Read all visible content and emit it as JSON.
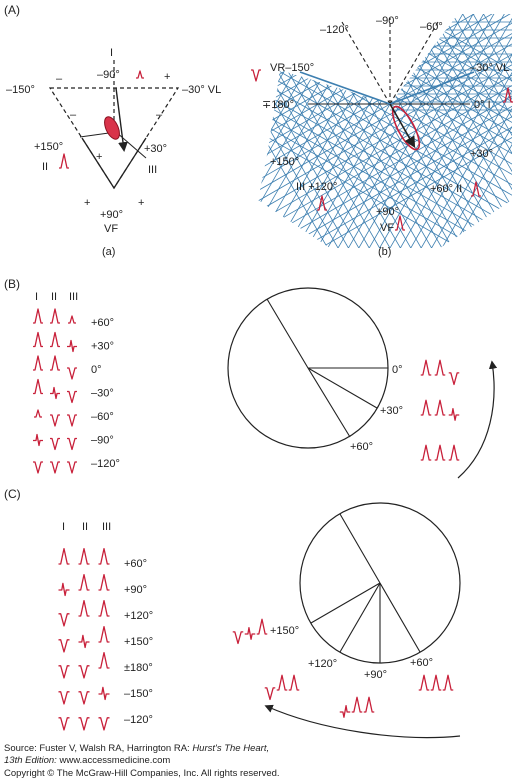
{
  "panel_a": {
    "label": "(A)",
    "triangle": {
      "lead_I": "I",
      "top_angle": "–90°",
      "left_angle": "–150°",
      "right_angle": "–30° VL",
      "mid_left_angle": "+150°",
      "mid_right_angle": "+30°",
      "lead_II": "II",
      "lead_III": "III",
      "bottom_angle": "+90°",
      "bottom_lead": "VF",
      "sub": "(a)",
      "signs": [
        "–",
        "+",
        "–",
        "–",
        "+",
        "+",
        "+"
      ]
    },
    "hexaxial": {
      "top_angle": "–90°",
      "top_left_angle": "–120°",
      "top_right_angle": "–60°",
      "vr_label": "VR–150°",
      "right_upper": "–30° VL",
      "left_mid": "∓180°",
      "right_mid": "0° I",
      "left_low": "+150°",
      "right_low": "+30°",
      "lead_III": "III +120°",
      "right_bottom": "+60° II",
      "bottom_angle": "+90°",
      "bottom_lead": "VF",
      "sub": "(b)"
    }
  },
  "panel_b": {
    "label": "(B)",
    "headers": [
      "I",
      "II",
      "III"
    ],
    "angles": [
      "+60°",
      "+30°",
      "0°",
      "–30°",
      "–60°",
      "–90°",
      "–120°"
    ],
    "circle_labels": [
      "0°",
      "+30°",
      "+60°"
    ]
  },
  "panel_c": {
    "label": "(C)",
    "headers": [
      "I",
      "II",
      "III"
    ],
    "angles": [
      "+60°",
      "+90°",
      "+120°",
      "+150°",
      "±180°",
      "–150°",
      "–120°"
    ],
    "circle_labels": [
      "+150°",
      "+120°",
      "+90°",
      "+60°"
    ]
  },
  "source": {
    "line1_prefix": "Source: Fuster V, Walsh RA, Harrington RA: ",
    "line1_title": "Hurst's The Heart,",
    "line2_edition": "13th Edition: ",
    "line2_url": "www.accessmedicine.com",
    "copyright": "Copyright © The McGraw-Hill Companies, Inc. All rights reserved."
  },
  "colors": {
    "wave": "#c8203a",
    "grid": "#3d7fb0",
    "ink": "#222222"
  }
}
